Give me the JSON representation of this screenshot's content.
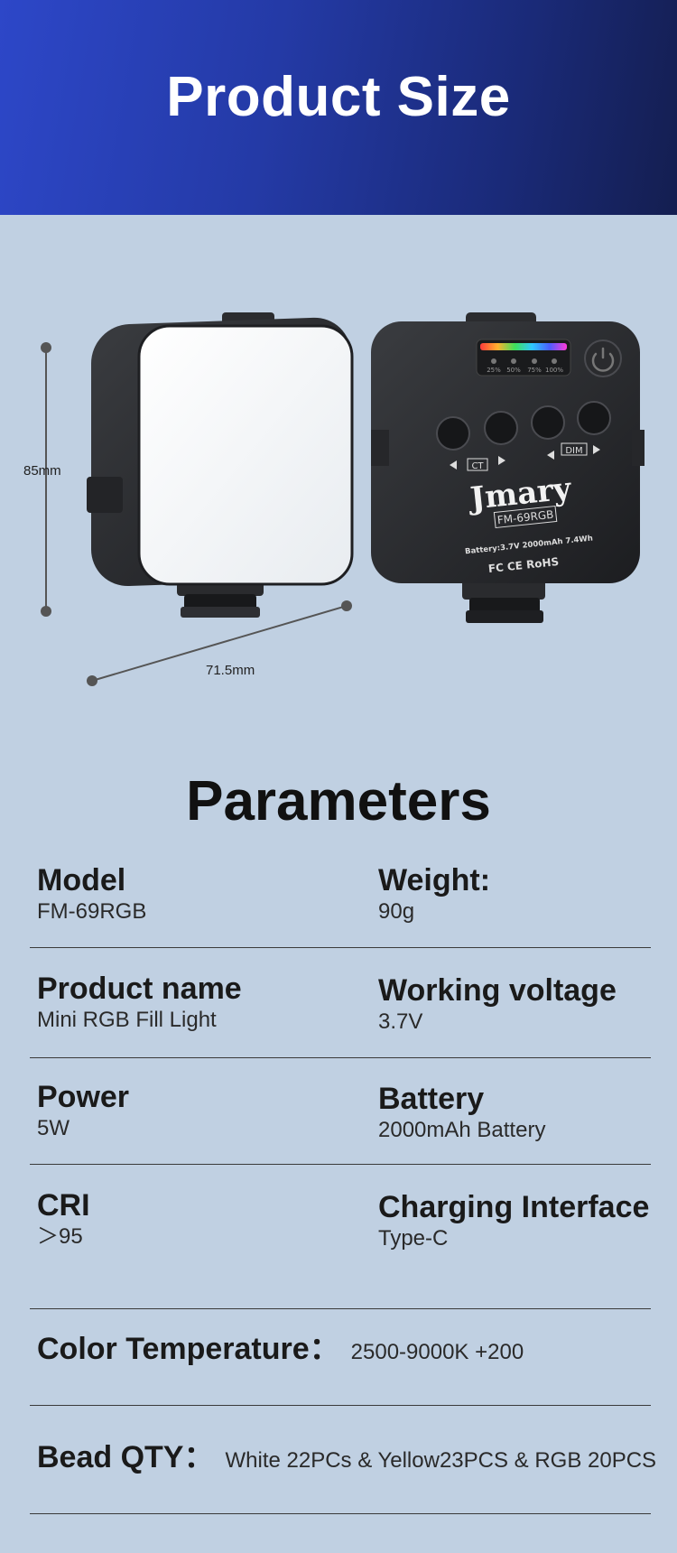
{
  "header": {
    "title": "Product Size"
  },
  "dimensions": {
    "height_label": "85mm",
    "width_label": "71.5mm"
  },
  "device": {
    "brand": "Jmary",
    "model_label": "FM-69RGB",
    "battery_text": "Battery:3.7V  2000mAh  7.4Wh",
    "cert_text": "FC CE RoHS",
    "ct_label": "CT",
    "dim_label": "DIM",
    "levels": [
      "25%",
      "50%",
      "75%",
      "100%"
    ]
  },
  "parameters": {
    "title": "Parameters",
    "rows": [
      {
        "left": {
          "label": "Model",
          "value": "FM-69RGB"
        },
        "right": {
          "label": "Weight:",
          "value": "90g"
        }
      },
      {
        "left": {
          "label": "Product name",
          "value": "Mini RGB Fill Light"
        },
        "right": {
          "label": "Working voltage",
          "value": "3.7V"
        }
      },
      {
        "left": {
          "label": "Power",
          "value": "5W"
        },
        "right": {
          "label": "Battery",
          "value": "2000mAh Battery"
        }
      },
      {
        "left": {
          "label": "CRI",
          "value": "＞95"
        },
        "right": {
          "label": "Charging Interface",
          "value": "Type-C"
        }
      }
    ],
    "color_temp": {
      "label": "Color Temperature：",
      "value": "2500-9000K +200"
    },
    "bead_qty": {
      "label": "Bead QTY：",
      "value": "White 22PCs & Yellow23PCS & RGB 20PCS"
    }
  },
  "colors": {
    "header_start": "#2d47c8",
    "header_end": "#141e50",
    "background": "#c0d0e2"
  }
}
